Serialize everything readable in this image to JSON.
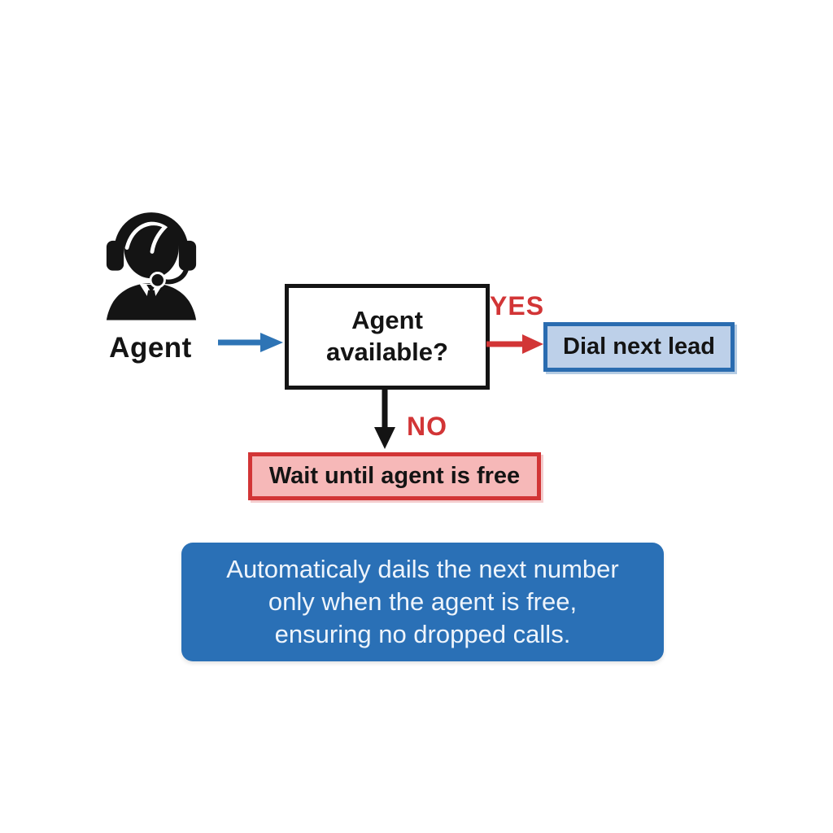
{
  "colors": {
    "background": "#ffffff",
    "arrow_blue": "#2e74b5",
    "branch_red": "#d23536",
    "dial_fill": "#bdd0e9",
    "dial_border": "#2a6cb0",
    "wait_fill": "#f6b8b8",
    "wait_border": "#d23536",
    "note_fill": "#2a70b6",
    "note_text": "#eef4fb",
    "flow_text": "#141414"
  },
  "diagram": {
    "nodes": {
      "agent": "Agent",
      "decision": "Agent available?",
      "dial": "Dial next lead",
      "wait": "Wait until agent is free"
    },
    "edges": {
      "yes": "YES",
      "no": "NO"
    },
    "icons": {
      "agent": "agent-headset-icon"
    },
    "note_lines": [
      "Automaticaly dails the next number",
      "only when the agent is free,",
      "ensuring no dropped calls."
    ]
  }
}
